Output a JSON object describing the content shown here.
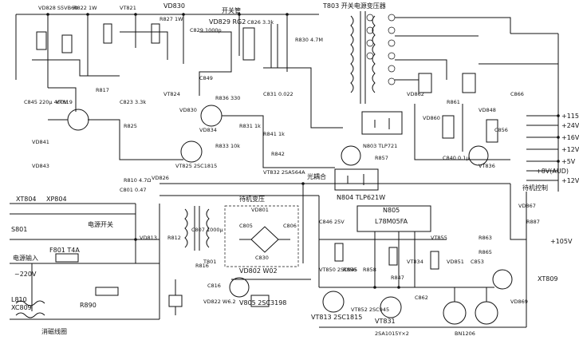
{
  "schematic": {
    "top_labels": {
      "t803": "T803 开关电源变压器",
      "kaiguanguan": "开关管",
      "vd829": "VD829 RG2",
      "vd830": "VD830"
    },
    "left_labels": {
      "xt804": "XT804",
      "xp804": "XP804",
      "s801": "S801",
      "power_switch": "电源开关",
      "power_input": "电源输入",
      "ac220": "~220V",
      "fuse": "F801 T4A",
      "l810": "L810",
      "xc809": "XC809",
      "r890": "R890",
      "degauss": "消磁线圈"
    },
    "center_labels": {
      "sample_transformer": "待机变压",
      "bridge": "VD802 W02",
      "n805": "N805",
      "l78": "L78M05FA",
      "n804": "N804 TLP621W",
      "standby_ctrl": "光耦合",
      "v805": "V805 2SC3198",
      "vt813": "VT813 2SC1815",
      "vt831": "VT831"
    },
    "right_labels": {
      "p115": "+115V",
      "p24": "+24V",
      "p16": "+16V",
      "p12": "+12V",
      "p5": "+5V",
      "p8vaud": "+8V(AUD)",
      "p12b": "+12V",
      "ctrl": "待机控制",
      "p105": "+105V",
      "xt809": "XT809"
    },
    "part_labels": [
      "VD828 S5VB60",
      "R822 1W",
      "VT821",
      "R827 1W",
      "C829 1000p",
      "C826 3.3k",
      "R830 4.7M",
      "C845 220μ 400V",
      "VD841",
      "VT819",
      "R817",
      "C823 3.3k",
      "VD843",
      "R825",
      "VT824",
      "VD830",
      "C849",
      "R836 330",
      "R831 1k",
      "VD834",
      "VT825 2SC1815",
      "R833 10k",
      "VD826",
      "R810 4.7Ω",
      "C831 0.022",
      "R841 1k",
      "R842",
      "VT832 2SA564A",
      "N803 TLP721",
      "R857",
      "VD862",
      "VD860",
      "R861",
      "VD848",
      "C856",
      "C840 0.1μ",
      "VT836",
      "C866",
      "VD867",
      "R887",
      "C801 0.47",
      "T801",
      "VD801",
      "C805",
      "C806",
      "C807 1000μ",
      "R812",
      "VD813",
      "C816",
      "R816",
      "VD822 W6.2",
      "C830",
      "C846 25V",
      "R856",
      "R858",
      "VT834",
      "VT855",
      "VD851",
      "C853",
      "R863",
      "VT850 2SC945",
      "VT852 2SC945",
      "R847",
      "C862",
      "2SA1015Y×2",
      "BN1206",
      "R865",
      "VD869"
    ]
  }
}
